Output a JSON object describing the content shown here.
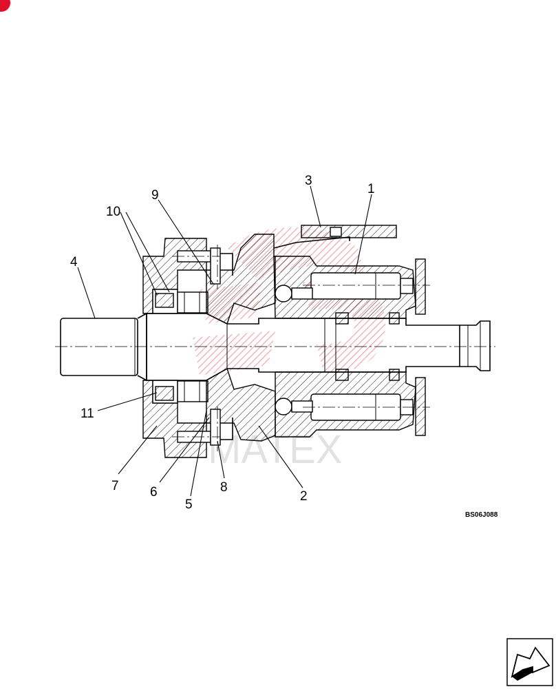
{
  "callouts": [
    "1",
    "2",
    "3",
    "4",
    "5",
    "6",
    "7",
    "8",
    "9",
    "10",
    "11"
  ],
  "drawing_code": "BS06J088",
  "watermark_text": "MATEX",
  "colors": {
    "line": "#000000",
    "watermark": "#e8505a",
    "corner_badge": "#e0102a"
  },
  "icons": {
    "next_page": "arrow-next-page-icon",
    "corner": "corner-badge-icon"
  }
}
